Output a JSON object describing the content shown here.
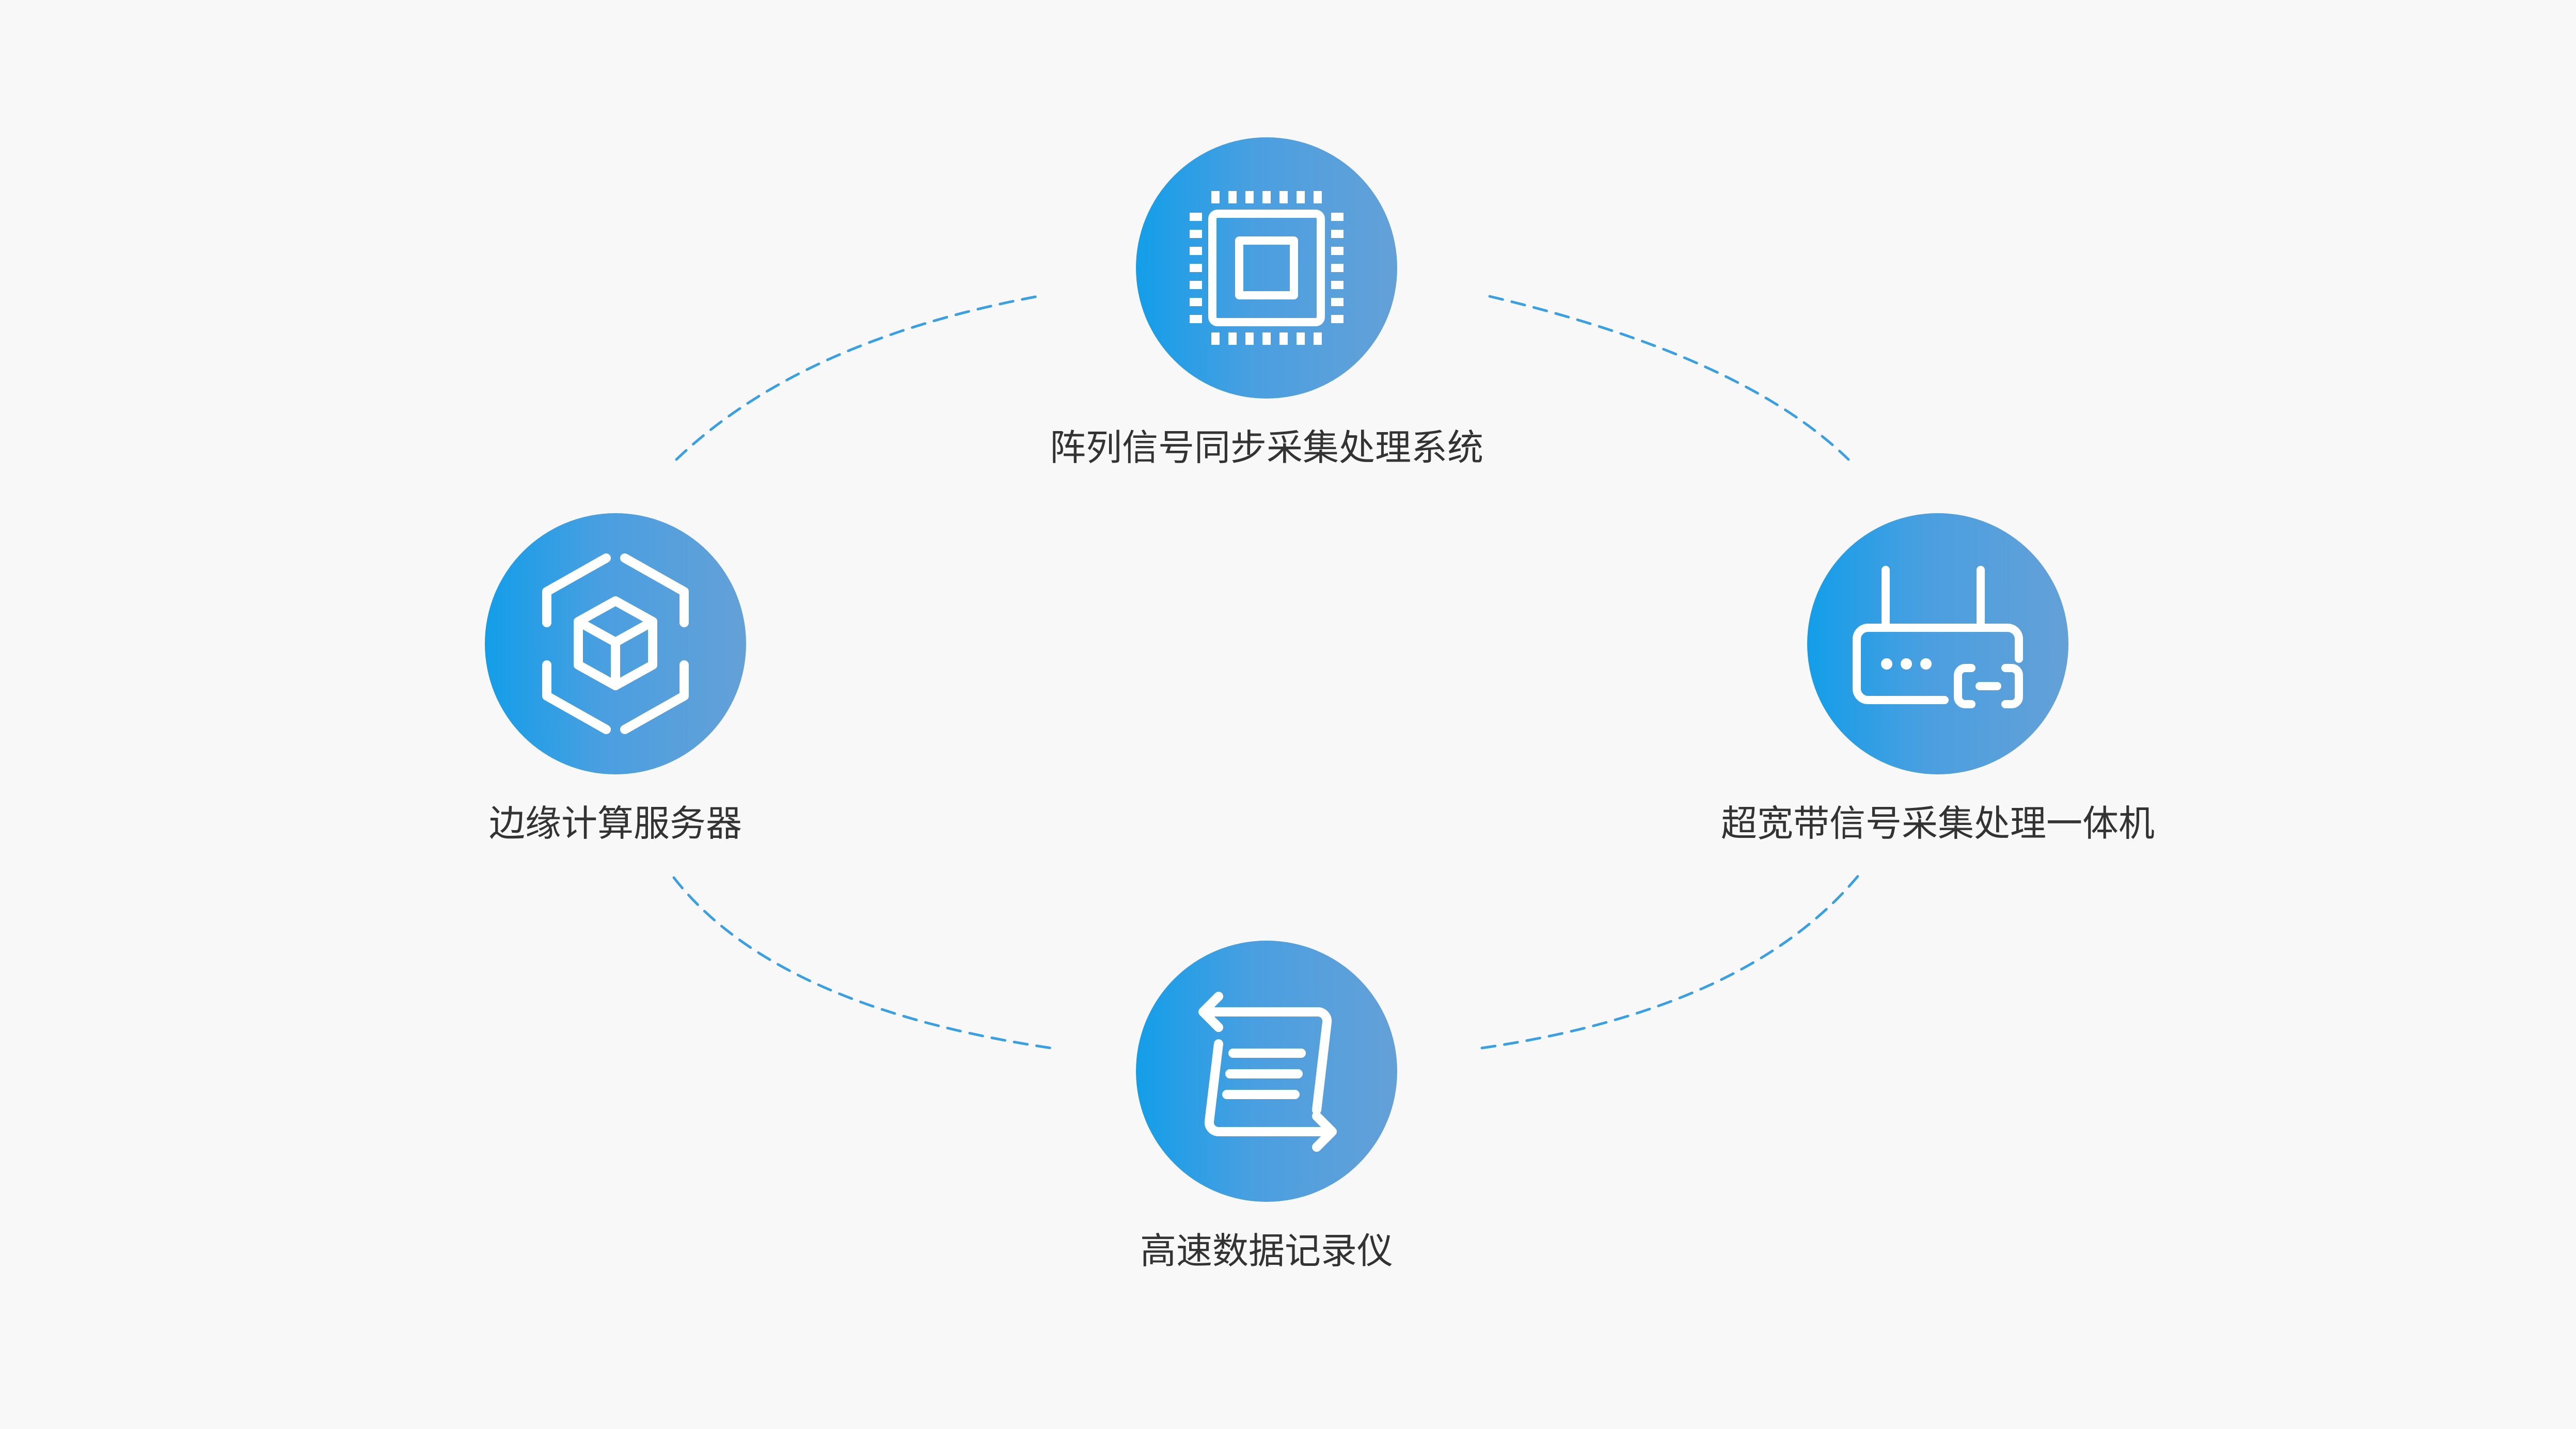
{
  "colors": {
    "background": "#f8f8f8",
    "gradient_start": "#139ee9",
    "gradient_end": "#64a0d8",
    "dashed_line": "#3aa0e4",
    "label_text": "#333333",
    "icon": "#ffffff"
  },
  "nodes": {
    "top": {
      "label": "阵列信号同步采集处理系统",
      "icon": "cpu-chip-icon"
    },
    "left": {
      "label": "边缘计算服务器",
      "icon": "cube-server-icon"
    },
    "right": {
      "label": "超宽带信号采集处理一体机",
      "icon": "router-device-icon"
    },
    "bottom": {
      "label": "高速数据记录仪",
      "icon": "data-transfer-icon"
    }
  }
}
